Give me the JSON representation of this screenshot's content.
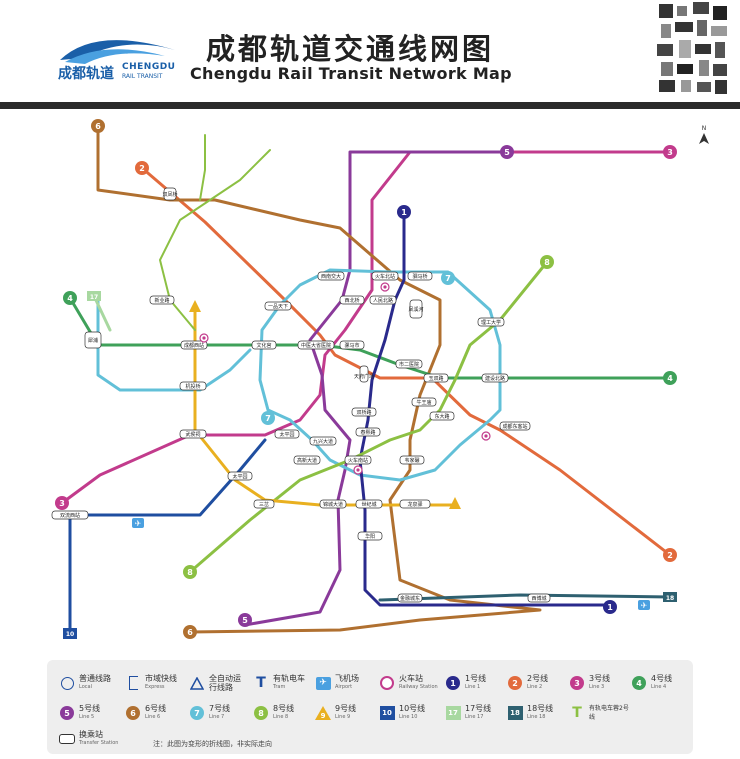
{
  "header": {
    "logo_cn": "成都轨道",
    "logo_en1": "CHENGDU",
    "logo_en2": "RAIL TRANSIT",
    "title_cn": "成都轨道交通线网图",
    "title_en": "Chengdu Rail Transit Network Map"
  },
  "colors": {
    "line1": "#2a2a8c",
    "line2": "#e26a3c",
    "line3": "#c23b8c",
    "line4": "#3fa15a",
    "line5": "#8a3a9a",
    "line6": "#b07030",
    "line7": "#62c0d8",
    "line8": "#8cc043",
    "line9": "#e9b020",
    "line10": "#1f4ea0",
    "line17": "#a8d8a0",
    "line18": "#2e6070",
    "tram": "#8cc043"
  },
  "map": {
    "compass": "N",
    "line_badges": [
      {
        "label": "6",
        "line": "line6"
      },
      {
        "label": "2",
        "line": "line2"
      },
      {
        "label": "5",
        "line": "line5"
      },
      {
        "label": "3",
        "line": "line3"
      },
      {
        "label": "1",
        "line": "line1"
      },
      {
        "label": "8",
        "line": "line8"
      },
      {
        "label": "4",
        "line": "line4"
      },
      {
        "label": "17",
        "line": "line17"
      },
      {
        "label": "7",
        "line": "line7"
      },
      {
        "label": "3",
        "line": "line3"
      },
      {
        "label": "8",
        "line": "line8"
      },
      {
        "label": "5",
        "line": "line5"
      },
      {
        "label": "6",
        "line": "line6"
      },
      {
        "label": "10",
        "line": "line10"
      },
      {
        "label": "1",
        "line": "line1"
      },
      {
        "label": "2",
        "line": "line2"
      },
      {
        "label": "4",
        "line": "line4"
      },
      {
        "label": "7",
        "line": "line7"
      },
      {
        "label": "18",
        "line": "line18"
      }
    ],
    "stations": [
      "西南交大",
      "火车北站",
      "驷马桥",
      "西北桥",
      "人民北路",
      "一品天下",
      "理工大学",
      "犀浦",
      "新业路",
      "成都西站",
      "中医大省医院",
      "骡马市",
      "文化宫",
      "市二医院",
      "机投桥",
      "玉双路",
      "牛王庙",
      "建设北路",
      "双桥路",
      "太平园",
      "春熙路",
      "东大路",
      "成都东客站",
      "武侯祠",
      "九兴大道",
      "高新大道",
      "火车南站",
      "双流西站",
      "锦城大道",
      "韦家碾",
      "三岔",
      "龙泉驿",
      "世纪城",
      "华阳",
      "金融城东",
      "天府广场",
      "太平园",
      "双凤桥",
      "凤溪河",
      "西博城"
    ]
  },
  "legend": {
    "items": [
      {
        "cn": "普通线路",
        "en": "Local",
        "sym": "local"
      },
      {
        "cn": "市域快线",
        "en": "Express",
        "sym": "express"
      },
      {
        "cn": "全自动运行线路",
        "en": "",
        "sym": "auto"
      },
      {
        "cn": "有轨电车",
        "en": "Tram",
        "sym": "tram"
      },
      {
        "cn": "飞机场",
        "en": "Airport",
        "sym": "airport"
      },
      {
        "cn": "火车站",
        "en": "Railway Station",
        "sym": "rail"
      },
      {
        "cn": "1号线",
        "en": "Line 1",
        "sym": "1"
      },
      {
        "cn": "2号线",
        "en": "Line 2",
        "sym": "2"
      },
      {
        "cn": "3号线",
        "en": "Line 3",
        "sym": "3"
      },
      {
        "cn": "4号线",
        "en": "Line 4",
        "sym": "4"
      },
      {
        "cn": "5号线",
        "en": "Line 5",
        "sym": "5"
      },
      {
        "cn": "6号线",
        "en": "Line 6",
        "sym": "6"
      },
      {
        "cn": "7号线",
        "en": "Line 7",
        "sym": "7"
      },
      {
        "cn": "8号线",
        "en": "Line 8",
        "sym": "8"
      },
      {
        "cn": "9号线",
        "en": "Line 9",
        "sym": "9"
      },
      {
        "cn": "10号线",
        "en": "Line 10",
        "sym": "10"
      },
      {
        "cn": "17号线",
        "en": "Line 17",
        "sym": "17"
      },
      {
        "cn": "18号线",
        "en": "Line 18",
        "sym": "18"
      },
      {
        "cn": "有轨电车蓉2号线",
        "en": "",
        "sym": "t2"
      },
      {
        "cn": "换乘站",
        "en": "Transfer Station",
        "sym": "transfer"
      }
    ],
    "note": "注：此图为变形的折线图，非实际走向"
  }
}
